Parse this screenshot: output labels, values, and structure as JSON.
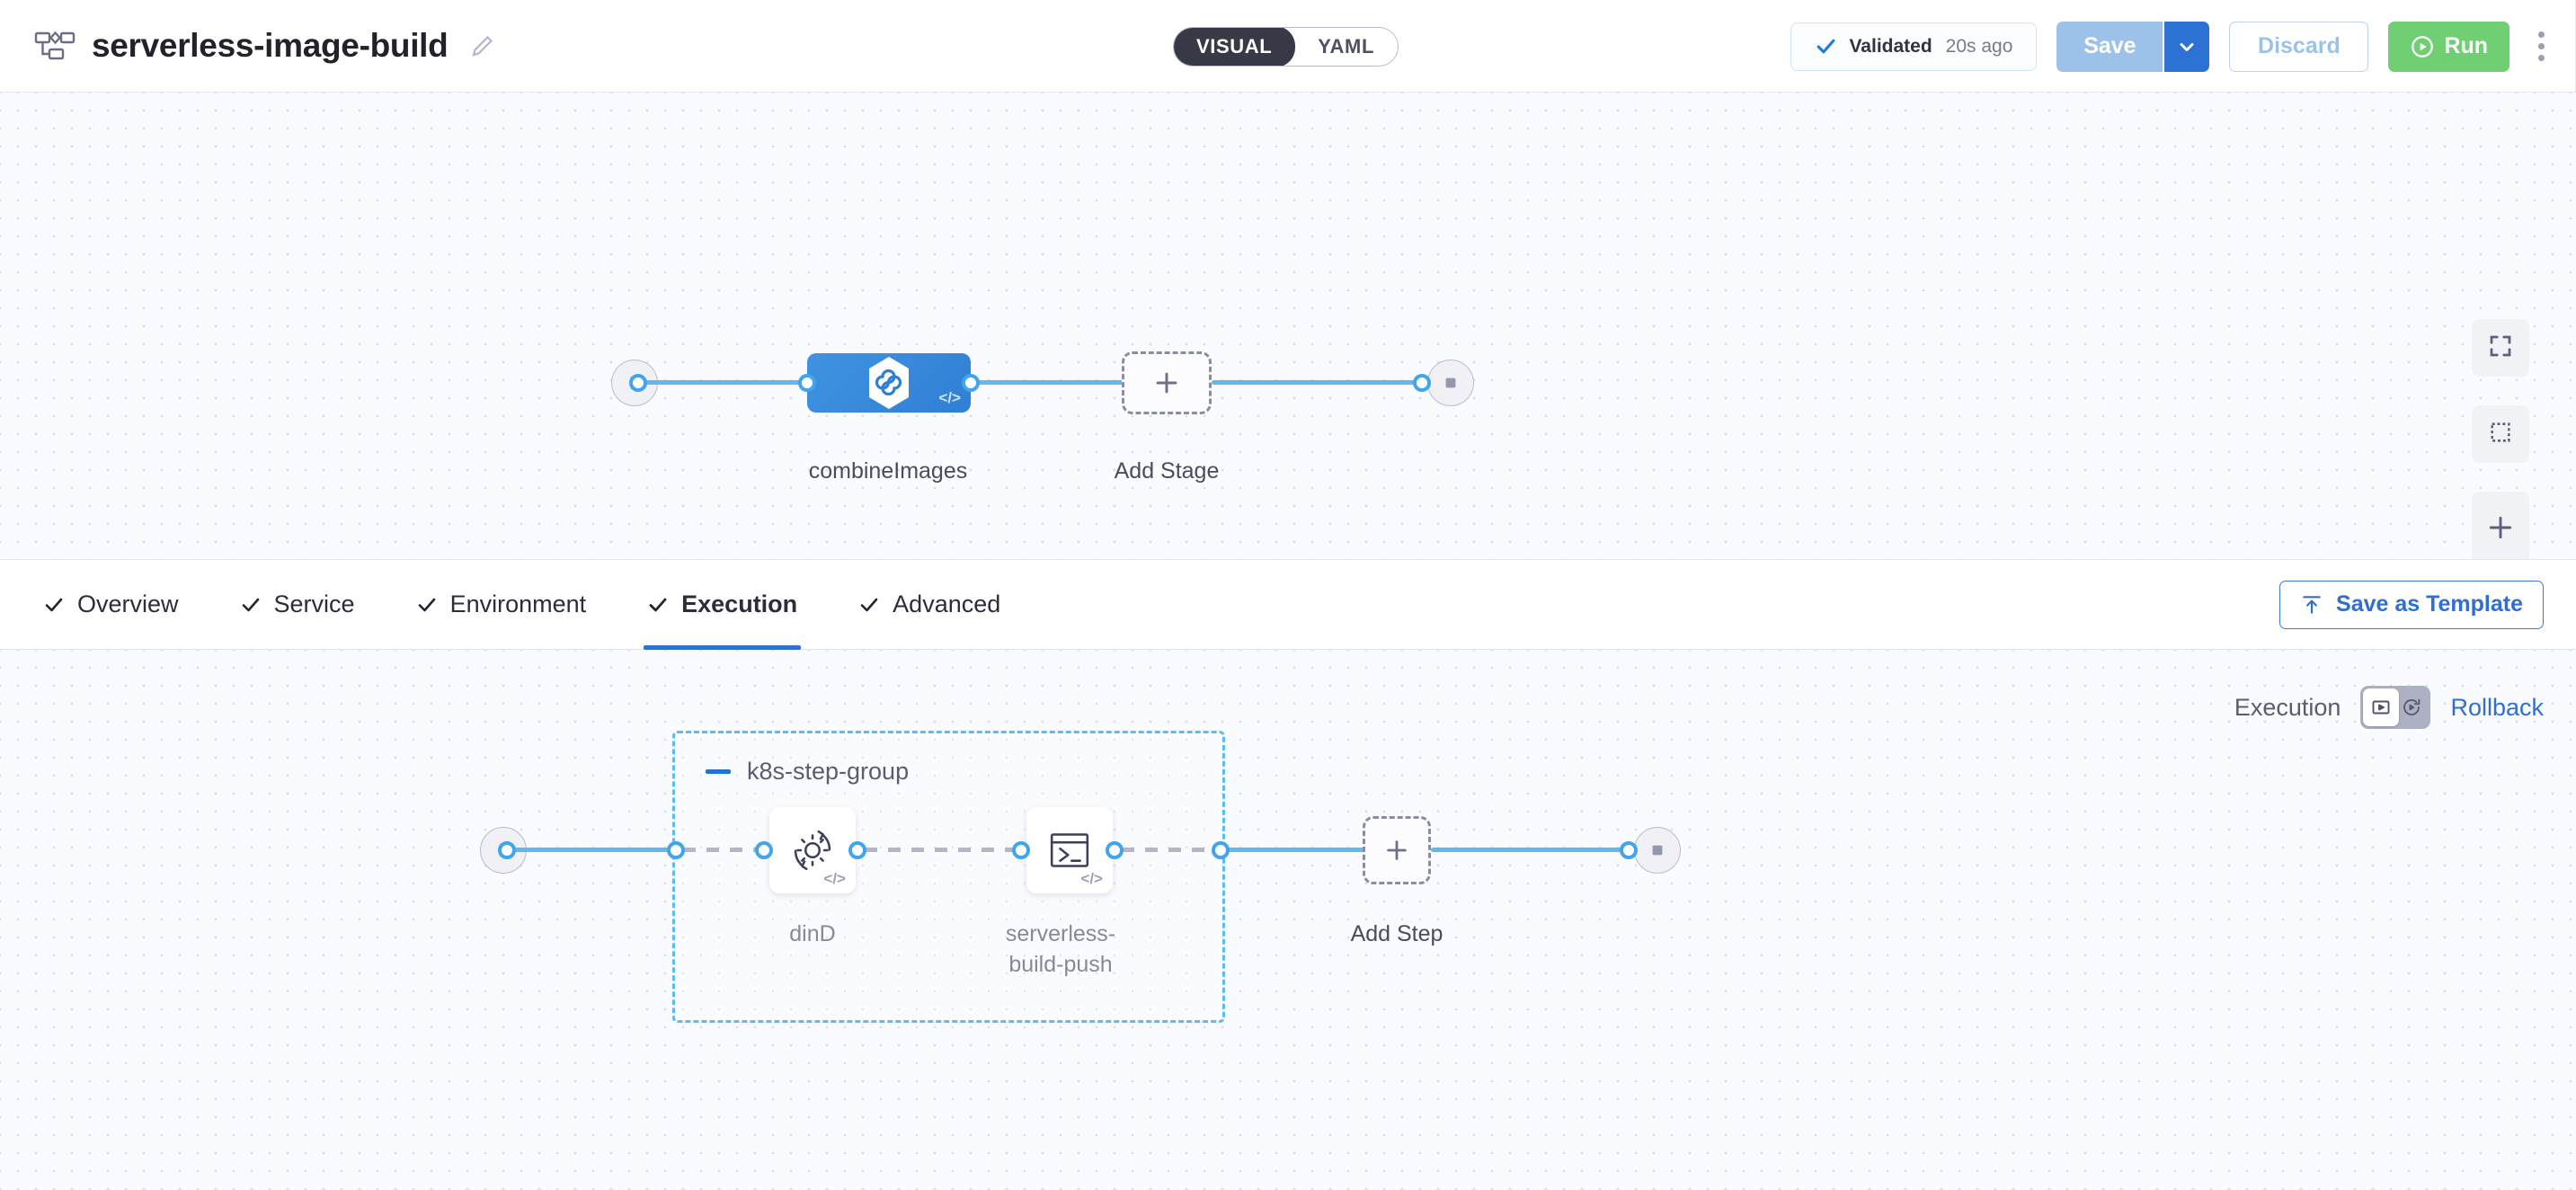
{
  "header": {
    "pipeline_icon": "pipeline-icon",
    "title": "serverless-image-build",
    "edit_icon": "pencil-edit-icon",
    "view_toggle": {
      "visual_label": "VISUAL",
      "yaml_label": "YAML",
      "selected": "VISUAL"
    },
    "validation": {
      "icon": "check-icon",
      "status": "Validated",
      "time": "20s ago"
    },
    "save_label": "Save",
    "save_caret_icon": "chevron-down-icon",
    "discard_label": "Discard",
    "run_label": "Run",
    "run_icon": "play-circle-icon",
    "more_icon": "kebab-menu-icon"
  },
  "colors": {
    "accent_blue": "#2d72d2",
    "link_blue": "#5fb8f0",
    "stage_blue": "#3f8edf",
    "run_green": "#6fcf72",
    "group_border": "#5cbcf0",
    "canvas_bg": "#fafbfe"
  },
  "stage_canvas": {
    "start_node": {
      "icon": "play-icon",
      "name": "pipeline-start"
    },
    "end_node": {
      "icon": "stop-square-icon",
      "name": "pipeline-end"
    },
    "stages": [
      {
        "label": "combineImages",
        "icon": "harness-hexagon-icon",
        "badge": "</>",
        "type": "stage"
      }
    ],
    "add_stage": {
      "label": "Add Stage",
      "icon": "plus-icon"
    },
    "controls": [
      {
        "name": "fit-to-screen-button",
        "icon": "fit-screen-icon"
      },
      {
        "name": "marquee-select-button",
        "icon": "dashed-square-icon"
      },
      {
        "name": "zoom-in-button",
        "icon": "plus-icon"
      },
      {
        "name": "zoom-out-button",
        "icon": "minus-icon"
      }
    ]
  },
  "tabs": [
    {
      "label": "Overview",
      "icon": "check-icon",
      "active": false
    },
    {
      "label": "Service",
      "icon": "check-icon",
      "active": false
    },
    {
      "label": "Environment",
      "icon": "check-icon",
      "active": false
    },
    {
      "label": "Execution",
      "icon": "check-icon",
      "active": true
    },
    {
      "label": "Advanced",
      "icon": "check-icon",
      "active": false
    }
  ],
  "save_as_template": {
    "label": "Save as Template",
    "icon": "template-upload-icon"
  },
  "execution_controls": {
    "execution_label": "Execution",
    "rollback_label": "Rollback",
    "toggle_on_icon": "execution-play-icon",
    "toggle_off_icon": "rollback-icon",
    "selected": "Execution"
  },
  "steps_canvas": {
    "start_node": {
      "icon": "play-icon",
      "name": "execution-start"
    },
    "end_node": {
      "icon": "stop-square-icon",
      "name": "execution-end"
    },
    "step_group": {
      "title": "k8s-step-group",
      "collapse_icon": "minus-icon",
      "steps": [
        {
          "label": "dinD",
          "icon": "gear-rotate-icon",
          "badge": "</>"
        },
        {
          "label": "serverless-\nbuild-push",
          "label_line1": "serverless-",
          "label_line2": "build-push",
          "icon": "terminal-icon",
          "badge": "</>"
        }
      ]
    },
    "add_step": {
      "label": "Add Step",
      "icon": "plus-icon"
    }
  }
}
